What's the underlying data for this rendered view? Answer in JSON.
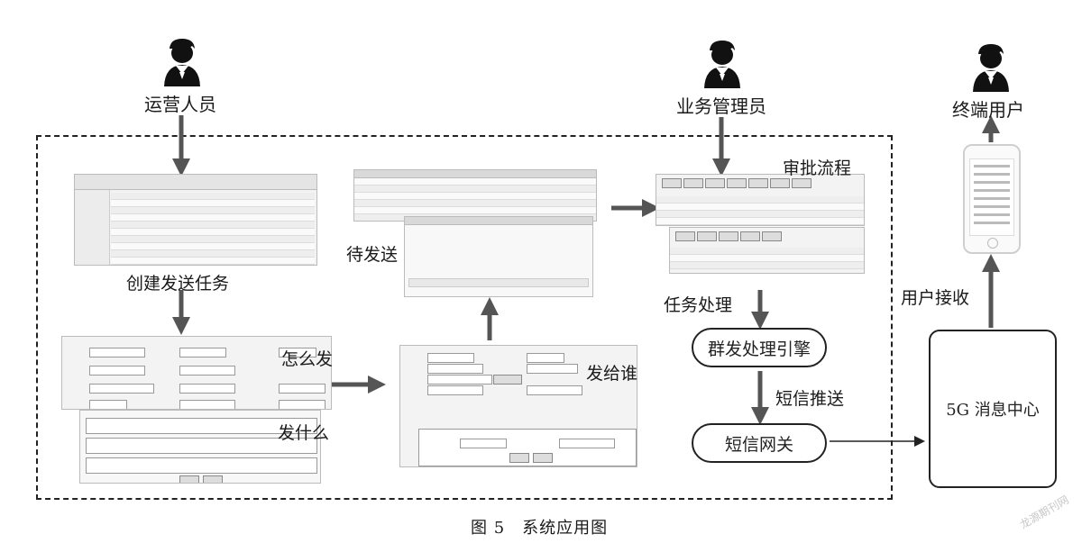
{
  "roles": {
    "operator": "运营人员",
    "business_admin": "业务管理员",
    "end_user": "终端用户"
  },
  "labels": {
    "create_task": "创建发送任务",
    "pending": "待发送",
    "approval": "审批流程",
    "how_to_send": "怎么发",
    "send_to_whom": "发给谁",
    "what_to_send": "发什么",
    "task_processing": "任务处理",
    "sms_push": "短信推送",
    "user_receive": "用户接收"
  },
  "nodes": {
    "engine": "群发处理引擎",
    "gateway": "短信网关",
    "center": "5G 消息中心"
  },
  "caption": "图 5　系统应用图",
  "watermark": "龙源期刊网",
  "colors": {
    "line": "#222222",
    "arrow": "#555555",
    "person": "#111111"
  }
}
